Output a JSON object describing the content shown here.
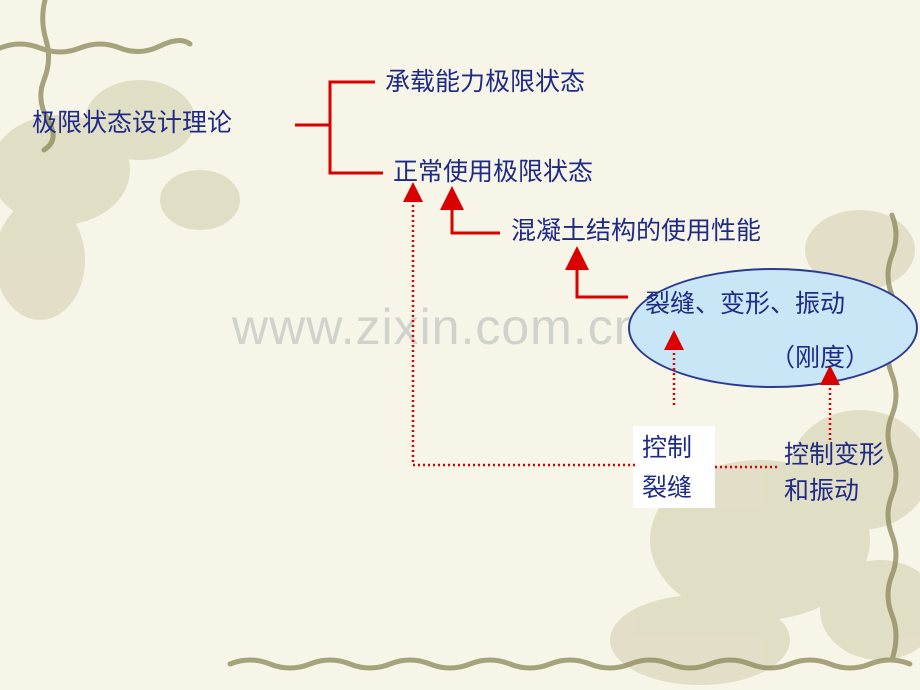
{
  "diagram": {
    "root": "极限状态设计理论",
    "branch1": "承载能力极限状态",
    "branch2": "正常使用极限状态",
    "performance": "混凝土结构的使用性能",
    "ellipse_line1": "裂缝、变形、振动",
    "ellipse_line2": "（刚度）",
    "control_crack_line1": "控制",
    "control_crack_line2": "裂缝",
    "control_deform_line1": "控制变形",
    "control_deform_line2": "和振动"
  },
  "watermark": "www.zixin.com.cn",
  "colors": {
    "text": "#1f2a86",
    "solid_connector": "#d90000",
    "dotted_connector": "#d90000",
    "ellipse_fill": "#c9e6f6",
    "ellipse_border": "#2a3b8f",
    "background": "#f7f5e8"
  }
}
